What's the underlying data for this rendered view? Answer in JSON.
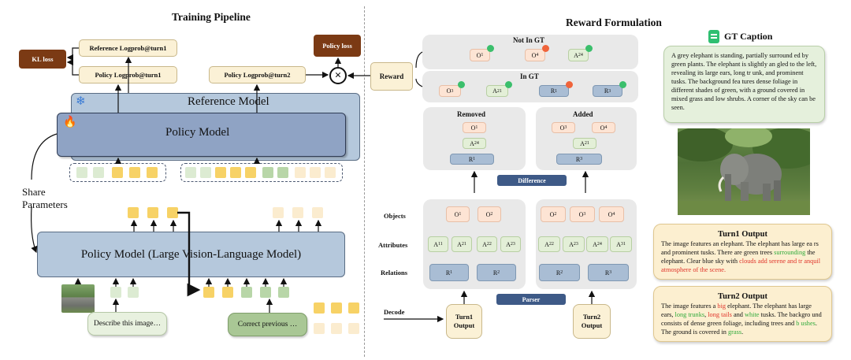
{
  "left": {
    "title": "Training Pipeline",
    "kl_loss": "KL loss",
    "ref_logprob": "Reference Logprob@turn1",
    "policy_logprob1": "Policy Logprob@turn1",
    "policy_logprob2": "Policy Logprob@turn2",
    "policy_loss": "Policy loss",
    "reward": "Reward",
    "reference_model": "Reference Model",
    "policy_model": "Policy Model",
    "share_parameters": "Share\nParameters",
    "lvlm": "Policy Model (Large Vision-Language Model)",
    "prompt1": "Describe this image…",
    "prompt2": "Correct previous …",
    "icons": [
      "snowflake-icon",
      "flame-icon",
      "multiply-circle-icon",
      "elephant-thumbnail"
    ]
  },
  "right": {
    "title": "Reward Formulation",
    "not_in_gt": "Not In GT",
    "in_gt": "In GT",
    "removed": "Removed",
    "added": "Added",
    "difference": "Difference",
    "parser": "Parser",
    "row_objects": "Objects",
    "row_attributes": "Attributes",
    "row_relations": "Relations",
    "decode": "Decode",
    "turn1_output_box": "Turn1\nOutput",
    "turn2_output_box": "Turn2\nOutput",
    "not_in_gt_items": [
      {
        "base": "O",
        "sub": "1",
        "face": "good"
      },
      {
        "base": "O",
        "sub": "4",
        "face": "bad"
      },
      {
        "base": "A",
        "sub": "24",
        "face": "good"
      }
    ],
    "in_gt_items": [
      {
        "base": "O",
        "sub": "3",
        "face": "good"
      },
      {
        "base": "A",
        "sub": "21",
        "face": "good"
      },
      {
        "base": "R",
        "sub": "1",
        "face": "bad"
      },
      {
        "base": "R",
        "sub": "3",
        "face": "good"
      }
    ],
    "removed_items": [
      {
        "base": "O",
        "sub": "1"
      },
      {
        "base": "A",
        "sub": "24"
      },
      {
        "base": "R",
        "sub": "1"
      }
    ],
    "added_items": [
      {
        "base": "O",
        "sub": "3"
      },
      {
        "base": "O",
        "sub": "4"
      },
      {
        "base": "A",
        "sub": "21"
      },
      {
        "base": "R",
        "sub": "3"
      }
    ],
    "turn1_objects": [
      {
        "base": "O",
        "sub": "1"
      },
      {
        "base": "O",
        "sub": "2"
      }
    ],
    "turn1_attributes": [
      {
        "base": "A",
        "sub": "11"
      },
      {
        "base": "A",
        "sub": "21"
      },
      {
        "base": "A",
        "sub": "22"
      },
      {
        "base": "A",
        "sub": "23"
      }
    ],
    "turn1_relations": [
      {
        "base": "R",
        "sub": "1"
      },
      {
        "base": "R",
        "sub": "2"
      }
    ],
    "turn2_objects": [
      {
        "base": "O",
        "sub": "2"
      },
      {
        "base": "O",
        "sub": "3"
      },
      {
        "base": "O",
        "sub": "4"
      }
    ],
    "turn2_attributes": [
      {
        "base": "A",
        "sub": "22"
      },
      {
        "base": "A",
        "sub": "23"
      },
      {
        "base": "A",
        "sub": "24"
      },
      {
        "base": "A",
        "sub": "31"
      }
    ],
    "turn2_relations": [
      {
        "base": "R",
        "sub": "2"
      },
      {
        "base": "R",
        "sub": "3"
      }
    ]
  },
  "captions": {
    "gt_title": "GT Caption",
    "gt_text": "A grey elephant is standing, partially surround ed by green plants. The elephant is slightly an gled to the left, revealing its large ears, long tr unk, and prominent tusks. The background fea tures dense foliage in different shades of green, with a ground covered in mixed grass and low shrubs. A corner of the sky can be seen.",
    "turn1_title": "Turn1 Output",
    "turn1_a": "The image features an elephant. The elephant has large ea rs and prominent tusks. There are green trees ",
    "turn1_hl1": "surrounding",
    "turn1_b": " the elephant. Clear blue sky with ",
    "turn1_hl2": "clouds add serene and tr anquil atmosphere of the scene.",
    "turn2_title": "Turn2 Output",
    "turn2_a": "The image features a ",
    "turn2_hl1": "big",
    "turn2_b": " elephant. The elephant has large ears, ",
    "turn2_hl2": "long trunks",
    "turn2_c": ", ",
    "turn2_hl3": "long tails",
    "turn2_d": " and ",
    "turn2_hl4": "white",
    "turn2_e": " tusks. The backgro und consists of dense green foliage, including trees and ",
    "turn2_hl5": "b ushes",
    "turn2_f": ". The ground is covered in ",
    "turn2_hl6": "grass",
    "turn2_g": "."
  }
}
